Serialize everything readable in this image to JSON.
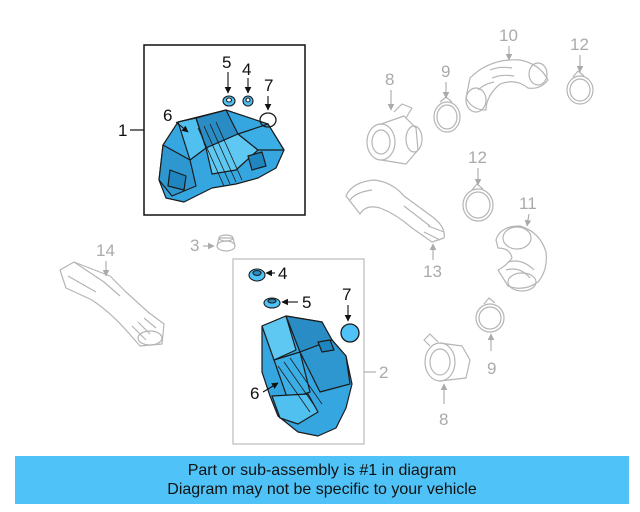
{
  "colors": {
    "highlight": "#4fc3f7",
    "part_fill": "#35a6e0",
    "ghost_line": "#b5b5b5",
    "text_dark": "#111111",
    "text_grey": "#aaaaaa",
    "banner": "#4fc3f7"
  },
  "callouts": {
    "box1": {
      "main": "1",
      "c5": "5",
      "c4": "4",
      "c7": "7",
      "c6": "6"
    },
    "box2": {
      "main": "2",
      "c4": "4",
      "c5": "5",
      "c7": "7",
      "c6": "6"
    },
    "c3": "3",
    "c8_top": "8",
    "c9_top": "9",
    "c10": "10",
    "c12_top": "12",
    "c12_mid": "12",
    "c11": "11",
    "c13": "13",
    "c14": "14",
    "c9_bottom": "9",
    "c8_bottom": "8"
  },
  "banner": {
    "line1": "Part or sub-assembly is #1 in diagram",
    "line2": "Diagram may not be specific to your vehicle"
  }
}
